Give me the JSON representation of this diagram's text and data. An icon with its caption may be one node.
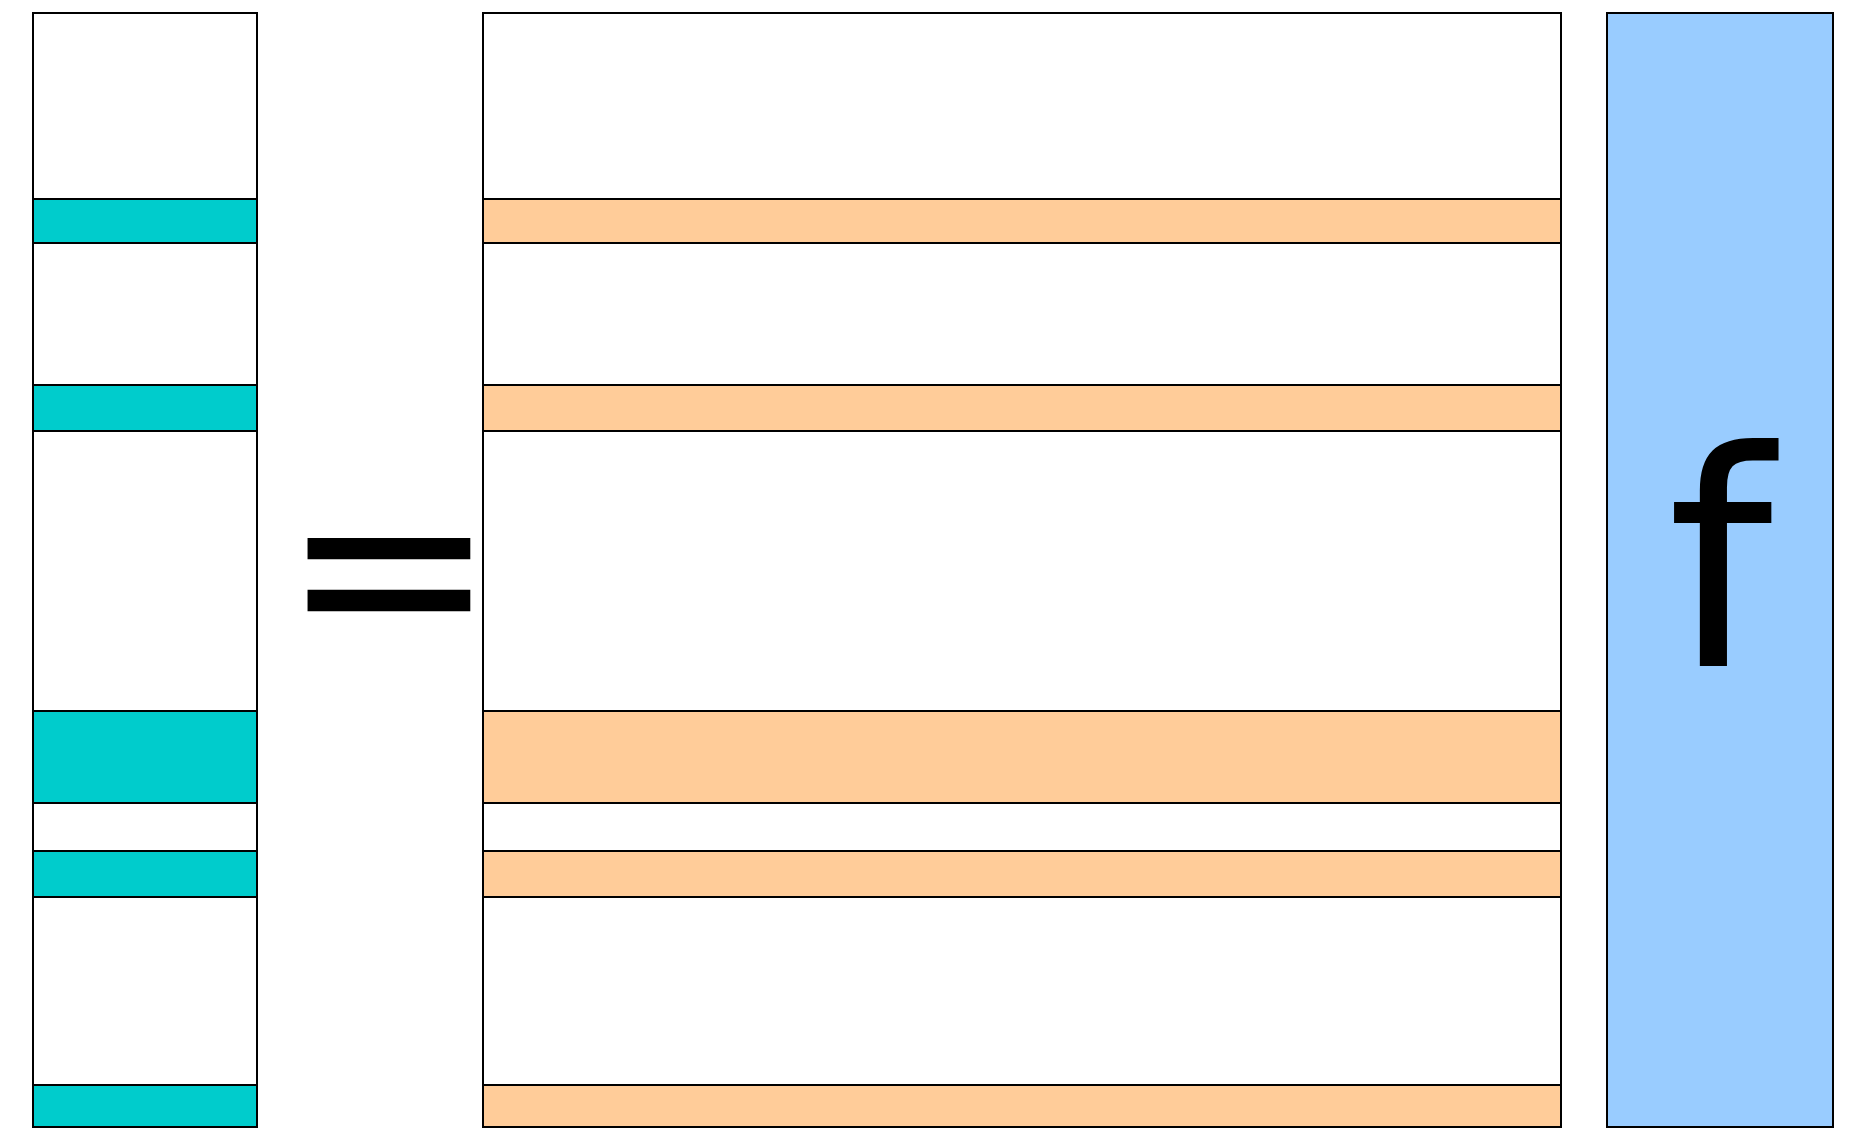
{
  "diagram": {
    "nodes": [
      {
        "text": [],
        "shape": "bar"
      },
      {
        "text": [],
        "shape": "box"
      },
      {
        "text": [
          "f"
        ]
      }
    ],
    "edges": [],
    "labels": [
      "="
    ]
  }
}
